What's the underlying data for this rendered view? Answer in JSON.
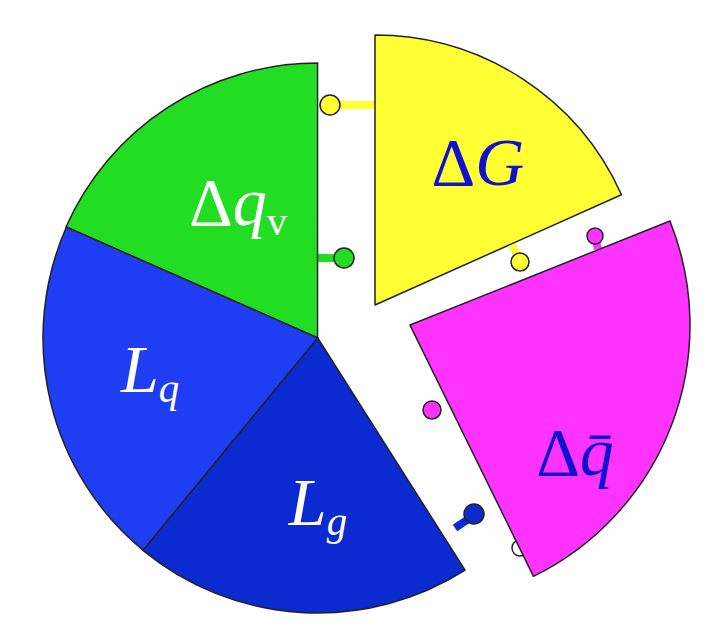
{
  "diagram": {
    "nodes": [
      {
        "text": [
          "Δqv"
        ]
      },
      {
        "text": [
          "ΔG"
        ]
      },
      {
        "text": [
          "Lq"
        ]
      },
      {
        "text": [
          "Lg"
        ]
      },
      {
        "text": [
          "Δq̄"
        ]
      }
    ]
  }
}
